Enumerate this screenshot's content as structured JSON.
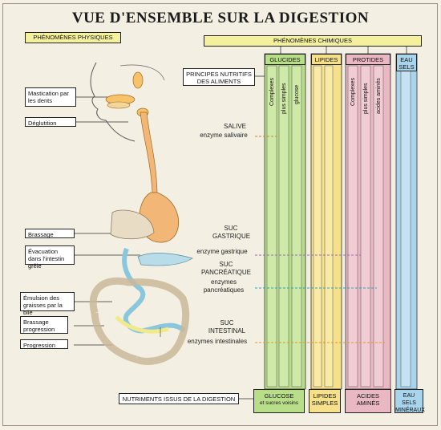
{
  "title": "VUE D'ENSEMBLE SUR LA DIGESTION",
  "physical": {
    "header": "PHÉNOMÈNES PHYSIQUES",
    "steps": [
      "Mastication par les dents",
      "Déglutition",
      "Brassage",
      "Évacuation dans l'intestin grêle",
      "Émulsion des graisses par la bile",
      "Brassage progression",
      "Progression"
    ]
  },
  "chemical": {
    "header": "PHÉNOMÈNES CHIMIQUES",
    "nutrients_label": "PRINCIPES NUTRITIFS DES ALIMENTS",
    "columns": [
      "GLUCIDES",
      "LIPIDES",
      "PROTIDES",
      "EAU SELS"
    ],
    "glucides_sub": [
      "Complexes",
      "plus simples",
      "glucose"
    ],
    "protides_sub": [
      "Complexes",
      "plus simples",
      "acides aminés"
    ]
  },
  "secretions": {
    "salive": "SALIVE",
    "salive_enzyme": "enzyme salivaire",
    "suc_gastrique": "SUC GASTRIQUE",
    "gastric_enzyme": "enzyme gastrique",
    "suc_pancreatique": "SUC PANCRÉATIQUE",
    "pancreatic_enzymes": "enzymes pancréatiques",
    "suc_intestinal": "SUC INTESTINAL",
    "intestinal_enzymes": "enzymes intestinales"
  },
  "results": {
    "label": "NUTRIMENTS ISSUS DE LA DIGESTION",
    "glucose": "GLUCOSE",
    "glucose_sub": "et sucres voisins",
    "lipides": "LIPIDES SIMPLES",
    "acides": "ACIDES AMINÉS",
    "eau": "EAU SELS MINÉRAUX"
  },
  "colors": {
    "glucides": "#b9de8a",
    "lipides": "#f6e08a",
    "protides": "#eab8c2",
    "eau": "#a8d4ec",
    "tract": "#f2b776",
    "header_yellow": "#f4f09c"
  }
}
